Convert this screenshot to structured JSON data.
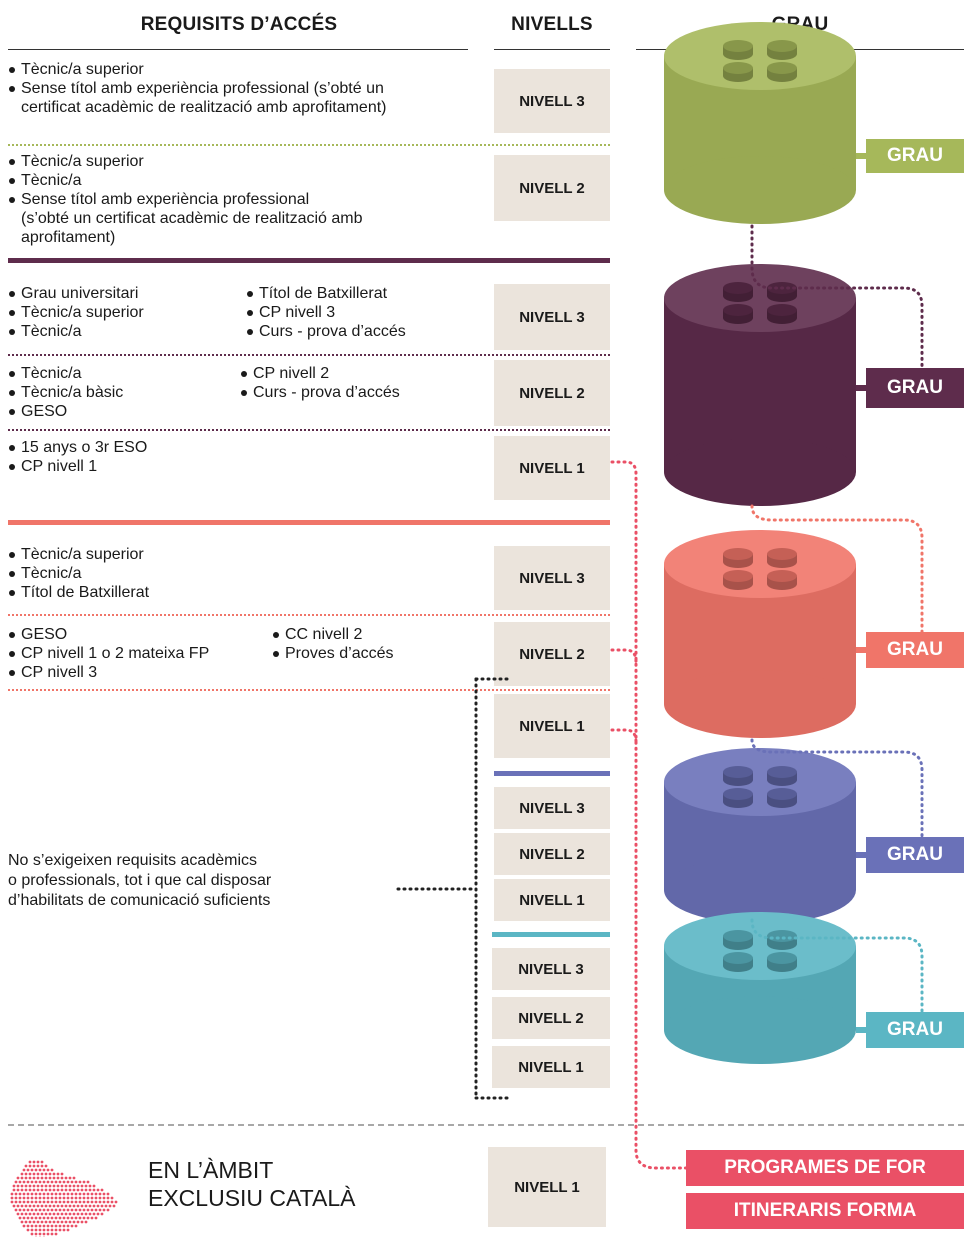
{
  "headers": {
    "requisits": "REQUISITS D’ACCÉS",
    "nivells": "NIVELLS",
    "grau": "GRAU"
  },
  "groups": [
    {
      "color": "#a6b85a",
      "grau_label": "GRAU",
      "rows": [
        {
          "level": "NIVELL 3",
          "col1": [
            "Tècnic/a superior",
            "Sense títol amb experiència professional (s’obté un",
            "certificat acadèmic de realització amb aprofitament)"
          ],
          "col2": []
        },
        {
          "level": "NIVELL 2",
          "col1": [
            "Tècnic/a superior",
            "Tècnic/a",
            "Sense títol amb experiència professional",
            "(s’obté un certificat acadèmic de realització amb",
            "aprofitament)"
          ],
          "col2": []
        }
      ]
    },
    {
      "color": "#5e2c4c",
      "grau_label": "GRAU",
      "rows": [
        {
          "level": "NIVELL 3",
          "col1": [
            "Grau universitari",
            "Tècnic/a superior",
            "Tècnic/a"
          ],
          "col2": [
            "Títol de Batxillerat",
            "CP nivell 3",
            "Curs - prova d’accés"
          ]
        },
        {
          "level": "NIVELL 2",
          "col1": [
            "Tècnic/a",
            "Tècnic/a bàsic",
            "GESO"
          ],
          "col2": [
            "CP nivell 2",
            "Curs - prova d’accés"
          ]
        },
        {
          "level": "NIVELL 1",
          "col1": [
            "15 anys o 3r ESO",
            "CP nivell 1"
          ],
          "col2": []
        }
      ]
    },
    {
      "color": "#f07569",
      "grau_label": "GRAU",
      "rows": [
        {
          "level": "NIVELL 3",
          "col1": [
            "Tècnic/a superior",
            "Tècnic/a",
            "Títol de Batxillerat"
          ],
          "col2": []
        },
        {
          "level": "NIVELL 2",
          "col1": [
            "GESO",
            "CP nivell 1 o 2 mateixa FP",
            "CP nivell 3"
          ],
          "col2": [
            "CC nivell 2",
            "Proves d’accés"
          ]
        },
        {
          "level": "NIVELL 1",
          "col1": [],
          "col2": []
        }
      ]
    },
    {
      "color": "#6a71b8",
      "grau_label": "GRAU",
      "levels": [
        "NIVELL 3",
        "NIVELL 2",
        "NIVELL 1"
      ]
    },
    {
      "color": "#5bb6c4",
      "grau_label": "GRAU",
      "levels": [
        "NIVELL 3",
        "NIVELL 2",
        "NIVELL 1"
      ]
    }
  ],
  "language_note": [
    "No s’exigeixen requisits acadèmics",
    "o professionals, tot i que cal disposar",
    "d’habilitats de comunicació suficients"
  ],
  "bottom": {
    "label_line1": "EN L’ÀMBIT",
    "label_line2": "EXCLUSIU CATALÀ",
    "level": "NIVELL 1",
    "programs_label": "PROGRAMES DE FOR",
    "itineraris_label": "ITINERARIS FORMA",
    "accent_color": "#ea5066"
  }
}
